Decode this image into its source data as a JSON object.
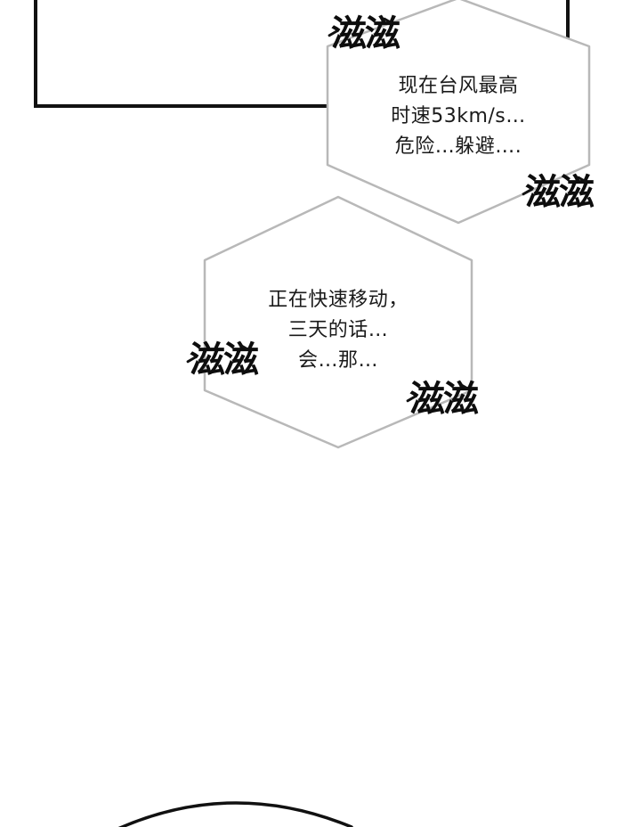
{
  "bubble_1": {
    "lines": [
      "现在台风最高",
      "时速53km/s…",
      "危险…躲避…."
    ]
  },
  "bubble_2": {
    "lines": [
      "正在快速移动，",
      "三天的话…",
      "会…那…"
    ]
  },
  "sfx": {
    "text": "滋滋"
  },
  "colors": {
    "ink": "#111111",
    "bubble_stroke": "#b8b8b8",
    "background": "#ffffff"
  }
}
